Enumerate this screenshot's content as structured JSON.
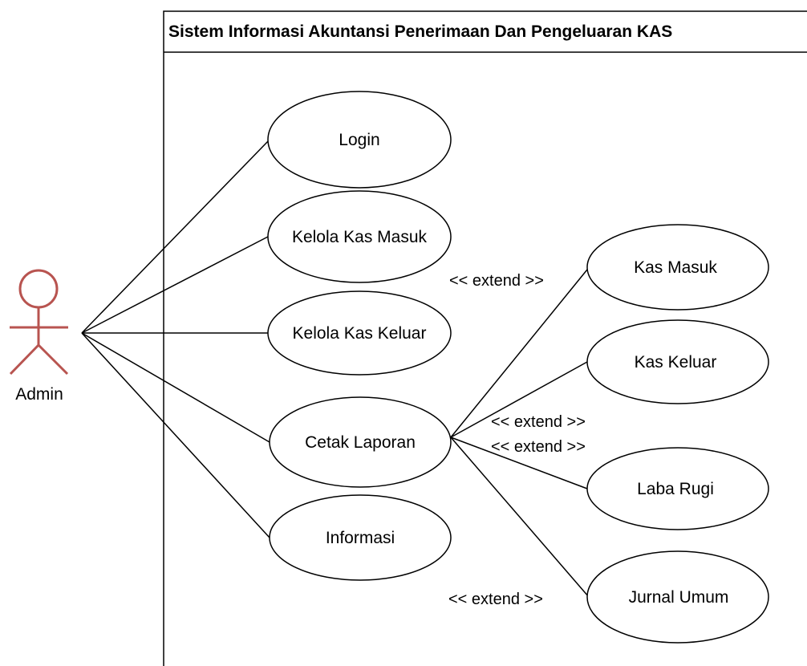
{
  "system": {
    "title": "Sistem Informasi Akuntansi Penerimaan Dan Pengeluaran KAS"
  },
  "actor": {
    "label": "Admin",
    "color": "#b85450"
  },
  "use_cases": {
    "login": "Login",
    "kelola_kas_masuk": "Kelola Kas Masuk",
    "kelola_kas_keluar": "Kelola Kas Keluar",
    "cetak_laporan": "Cetak Laporan",
    "informasi": "Informasi",
    "kas_masuk": "Kas Masuk",
    "kas_keluar": "Kas Keluar",
    "laba_rugi": "Laba Rugi",
    "jurnal_umum": "Jurnal Umum"
  },
  "extend_labels": {
    "kas_masuk": "<< extend >>",
    "kas_keluar": "<< extend >>",
    "laba_rugi": "<< extend >>",
    "jurnal_umum": "<< extend >>"
  }
}
